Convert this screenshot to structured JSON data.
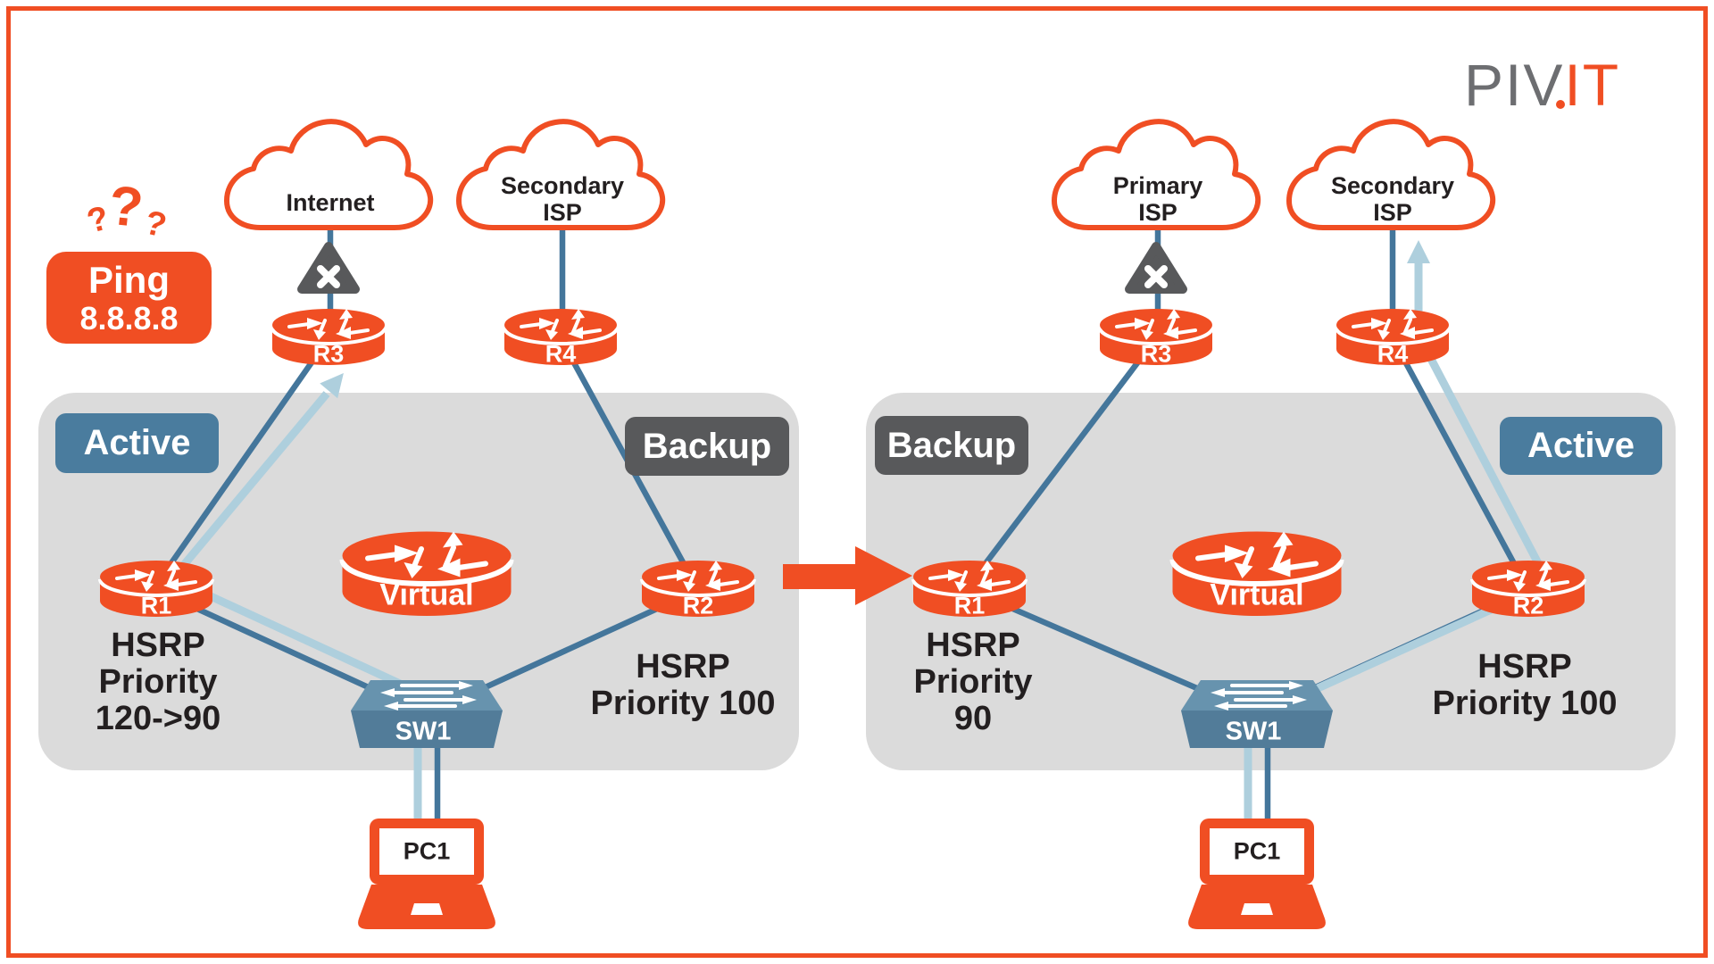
{
  "brand": {
    "name_gray": "PIV",
    "name_orange": "IT"
  },
  "callout": {
    "line1": "Ping",
    "line2": "8.8.8.8",
    "question_mark": "?"
  },
  "left": {
    "cloud1": "Internet",
    "cloud2_line1": "Secondary",
    "cloud2_line2": "ISP",
    "r1": "R1",
    "r2": "R2",
    "r3": "R3",
    "r4": "R4",
    "virtual": "Virtual",
    "switch": "SW1",
    "pc": "PC1",
    "badge_left": "Active",
    "badge_right": "Backup",
    "hsrp1": [
      "HSRP",
      "Priority",
      "120->90"
    ],
    "hsrp2": [
      "HSRP",
      "Priority 100"
    ]
  },
  "right": {
    "cloud1_line1": "Primary",
    "cloud1_line2": "ISP",
    "cloud2_line1": "Secondary",
    "cloud2_line2": "ISP",
    "r1": "R1",
    "r2": "R2",
    "r3": "R3",
    "r4": "R4",
    "virtual": "Virtual",
    "switch": "SW1",
    "pc": "PC1",
    "badge_left": "Backup",
    "badge_right": "Active",
    "hsrp1": [
      "HSRP",
      "Priority",
      "90"
    ],
    "hsrp2": [
      "HSRP",
      "Priority 100"
    ]
  },
  "colors": {
    "orange": "#F04E23",
    "dark_gray": "#58595B",
    "steel_blue": "#4A7C9E",
    "line_dark": "#44769B",
    "line_light": "#AECFDD",
    "panel_gray": "#DBDBDB",
    "switch_top": "#6793AE",
    "switch_front": "#527C99",
    "logo_gray": "#6D6E71",
    "text_dark": "#231F20"
  }
}
